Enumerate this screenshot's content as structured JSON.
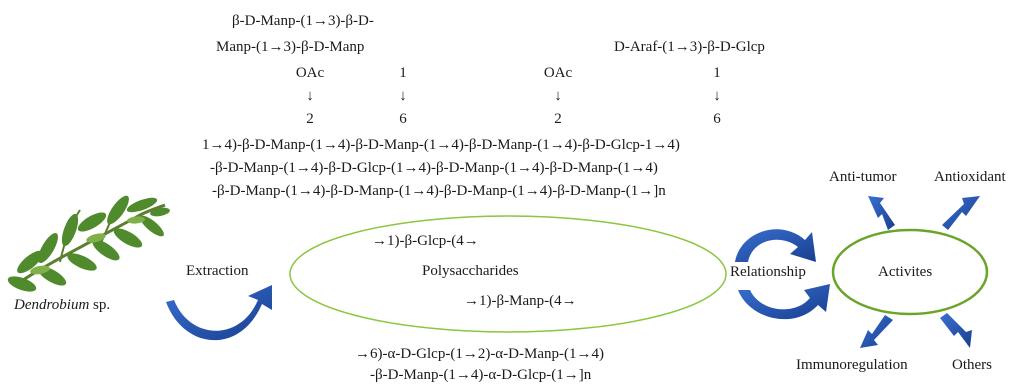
{
  "structure_top": {
    "branch_left_line1": "β-D-Manp-(1→3)-β-D-",
    "branch_left_line2": "Manp-(1→3)-β-D-Manp",
    "branch_right_line1": "D-Araf-(1→3)-β-D-Glcp",
    "sub1_top": "OAc",
    "sub1_arrow": "↓",
    "sub1_pos": "2",
    "sub2_top": "1",
    "sub2_arrow": "↓",
    "sub2_pos": "6",
    "sub3_top": "OAc",
    "sub3_arrow": "↓",
    "sub3_pos": "2",
    "sub4_top": "1",
    "sub4_arrow": "↓",
    "sub4_pos": "6",
    "backbone_line1": "1→4)-β-D-Manp-(1→4)-β-D-Manp-(1→4)-β-D-Manp-(1→4)-β-D-Glcp-1→4)",
    "backbone_line2": "-β-D-Manp-(1→4)-β-D-Glcp-(1→4)-β-D-Manp-(1→4)-β-D-Manp-(1→4)",
    "backbone_line3": "-β-D-Manp-(1→4)-β-D-Manp-(1→4)-β-D-Manp-(1→4)-β-D-Manp-(1→]n"
  },
  "plant": {
    "caption_italic": "Dendrobium",
    "caption_rest": " sp."
  },
  "extraction_label": "Extraction",
  "polysaccharides": {
    "line1": "→1)-β-Glcp-(4→",
    "label": "Polysaccharides",
    "line2": "→1)-β-Manp-(4→"
  },
  "relationship_label": "Relationship",
  "activities": {
    "label": "Activites",
    "anti_tumor": "Anti-tumor",
    "antioxidant": "Antioxidant",
    "immunoregulation": "Immunoregulation",
    "others": "Others"
  },
  "structure_bottom": {
    "line1": "→6)-α-D-Glcp-(1→2)-α-D-Manp-(1→4)",
    "line2": "-β-D-Manp-(1→4)-α-D-Glcp-(1→]n"
  },
  "colors": {
    "arrow_blue": "#1f4fa8",
    "ellipse_green": "#8cc63f",
    "ellipse_green_dark": "#6aa52a",
    "leaf": "#4f8a2c"
  }
}
